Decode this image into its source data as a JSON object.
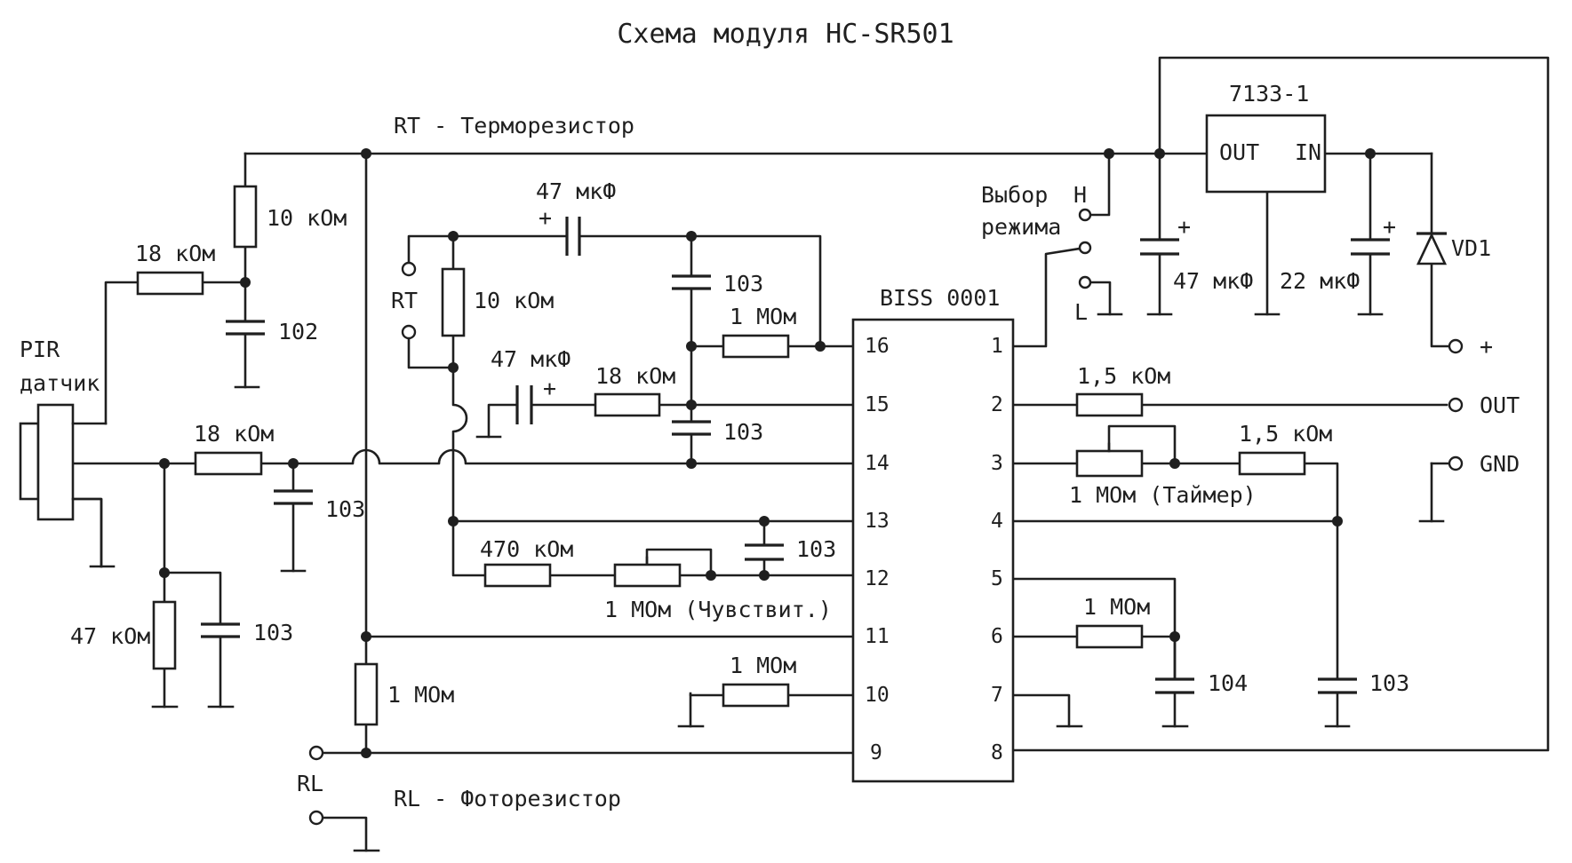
{
  "title": "Схема модуля HC-SR501",
  "labels": {
    "rt_note": "RT - Терморезистор",
    "rl_note": "RL - Фоторезистор",
    "pir_1": "PIR",
    "pir_2": "датчик",
    "rt": "RT",
    "rl": "RL",
    "mode_1": "Выбор",
    "mode_2": "режима",
    "mode_h": "H",
    "mode_l": "L",
    "chip": "BISS 0001",
    "regulator": "7133-1",
    "reg_out": "OUT",
    "reg_in": "IN",
    "diode": "VD1",
    "out_plus": "+",
    "out_out": "OUT",
    "out_gnd": "GND",
    "plus_sign": "+"
  },
  "parts": {
    "r_top": "10 кОм",
    "r_pir_top": "18 кОм",
    "c_pir_top": "102",
    "r_pir_mid": "18 кОм",
    "c_pir_mid": "103",
    "r_47k": "47 кОм",
    "c_47k": "103",
    "cap_47uf_a": "47 мкФ",
    "cap_47uf_b": "47 мкФ",
    "r_rt": "10 кОм",
    "c_103_a": "103",
    "r_1m_16": "1 МОм",
    "r_18k_15": "18 кОм",
    "c_103_b": "103",
    "r_470k": "470 кОм",
    "pot_sens": "1 МОм (Чувствит.)",
    "c_103_c": "103",
    "r_1m_11": "1 МОм",
    "r_1m_10": "1 МОм",
    "r_1k5_a": "1,5 кОм",
    "r_1k5_b": "1,5 кОм",
    "pot_timer": "1 МОм (Таймер)",
    "r_1m_6": "1 МОм",
    "c_104": "104",
    "c_103_d": "103",
    "c_47uf_reg": "47 мкФ",
    "c_22uf_reg": "22 мкФ"
  },
  "pins": {
    "left": [
      "16",
      "15",
      "14",
      "13",
      "12",
      "11",
      "10",
      "9"
    ],
    "right": [
      "1",
      "2",
      "3",
      "4",
      "5",
      "6",
      "7",
      "8"
    ]
  }
}
